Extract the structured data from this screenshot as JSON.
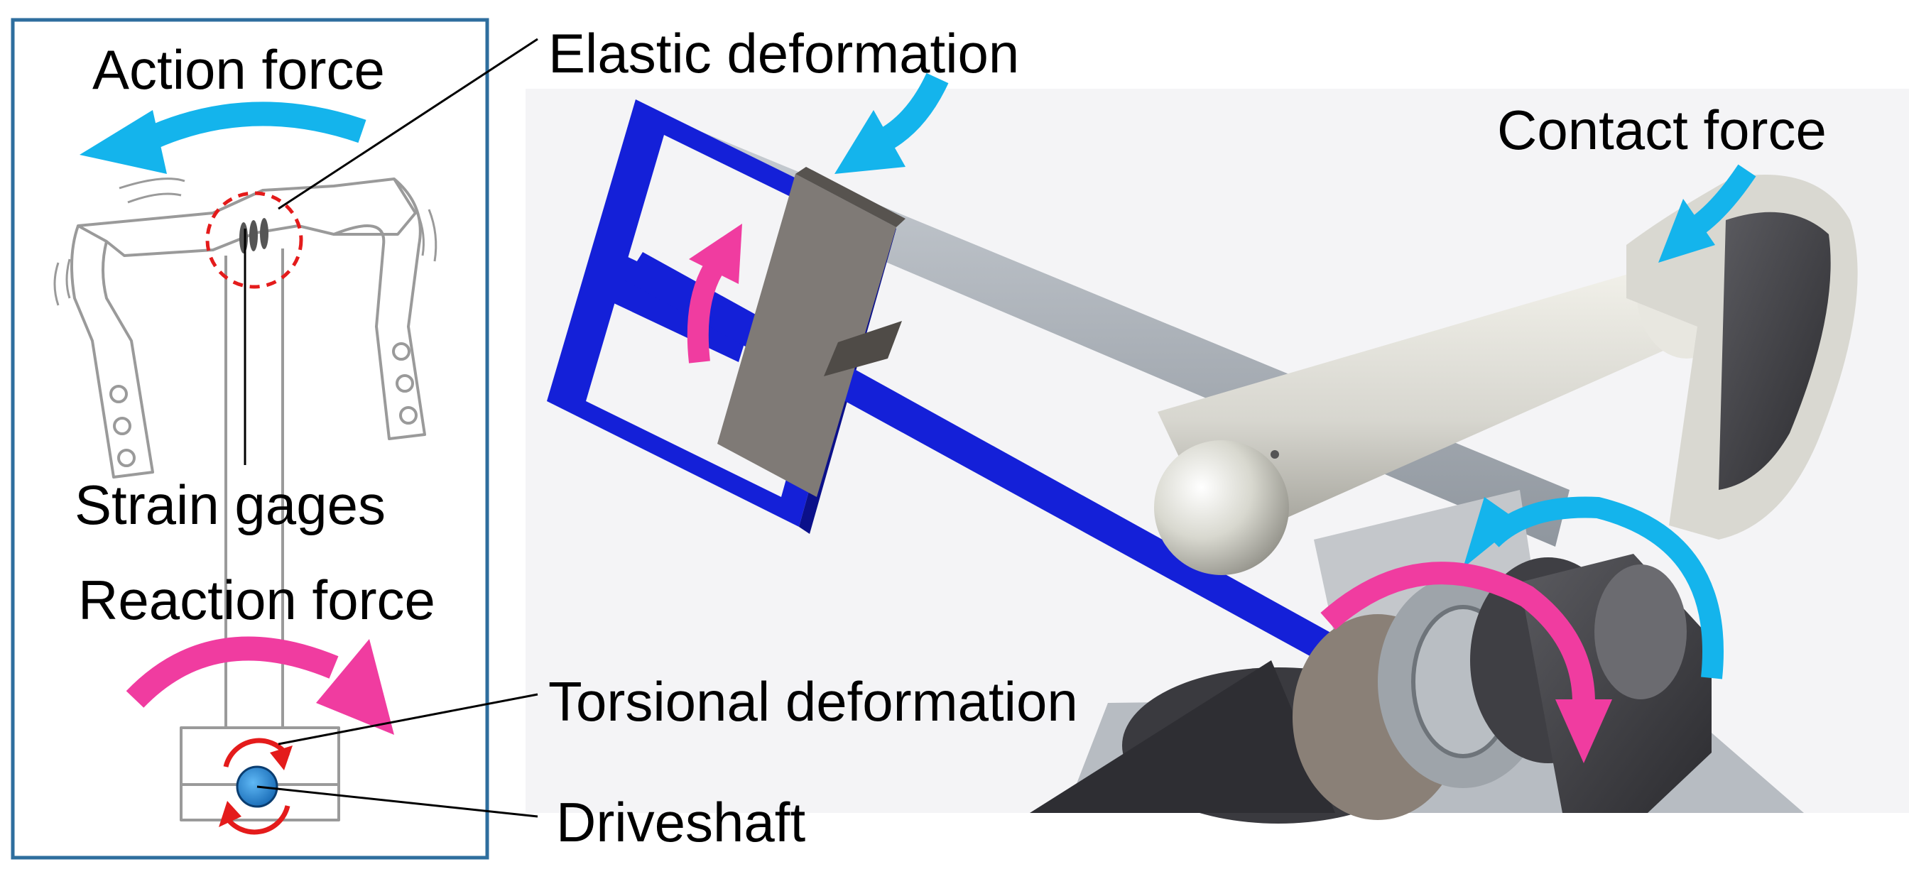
{
  "labels": {
    "action_force": "Action force",
    "elastic_deformation": "Elastic deformation",
    "contact_force": "Contact force",
    "strain_gages": "Strain gages",
    "reaction_force": "Reaction force",
    "torsional_deformation": "Torsional deformation",
    "driveshaft": "Driveshaft"
  },
  "colors": {
    "panel_border": "#2E6E9E",
    "cyan_arrow": "#14B4EC",
    "magenta_arrow": "#F03CA0",
    "blue_beam": "#1420D8",
    "red_circle": "#E41B1B",
    "shaft_blue": "#1E90E0",
    "render_bg": "#F4F4F6"
  }
}
